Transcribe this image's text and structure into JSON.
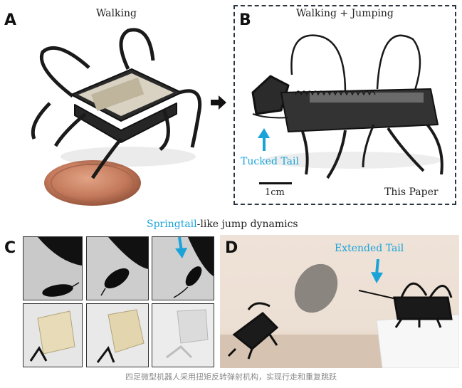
{
  "panels": {
    "a": {
      "letter": "A",
      "title": "Walking"
    },
    "b": {
      "letter": "B",
      "title": "Walking + Jumping",
      "tucked_tail": "Tucked Tail",
      "scale": "1cm",
      "credit": "This Paper"
    },
    "c": {
      "letter": "C",
      "heading_highlight": "Springtail",
      "heading_rest": "-like jump dynamics"
    },
    "d": {
      "letter": "D",
      "extended_tail": "Extended Tail"
    }
  },
  "caption": "四足微型机器人采用扭矩反转弹射机构，实现行走和重复跳跃",
  "colors": {
    "accent": "#1aa3d9",
    "frame": "#2a3540",
    "caption": "#8a8a8a"
  }
}
